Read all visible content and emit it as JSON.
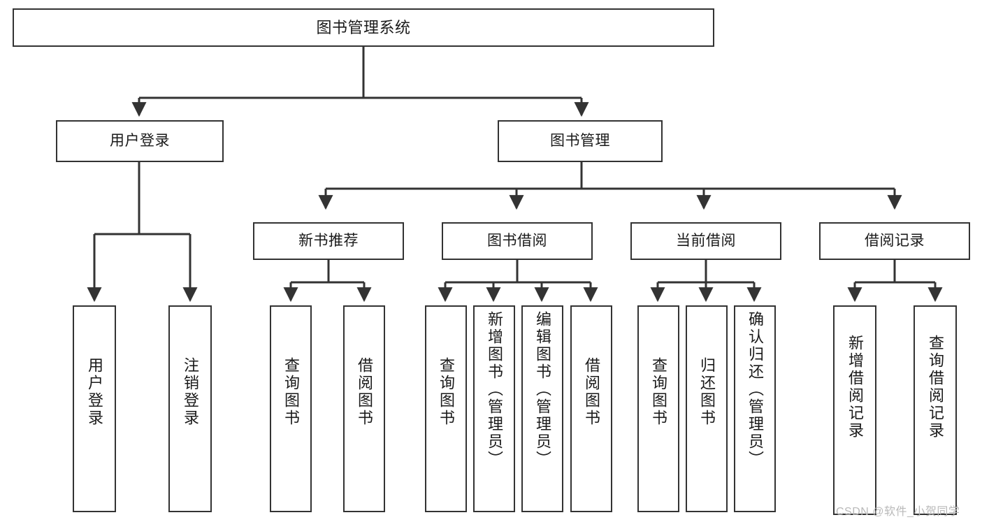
{
  "diagram": {
    "title": "图书管理系统",
    "watermark": "CSDN @软件_小贺同学",
    "colors": {
      "box_border": "#333333",
      "box_fill": "#ffffff",
      "connector": "#333333",
      "text": "#1a1a1a",
      "watermark": "#b9b9b9",
      "background": "#ffffff"
    },
    "levels": {
      "root": "图书管理系统",
      "level2": [
        "用户登录",
        "图书管理"
      ],
      "level3": [
        "新书推荐",
        "图书借阅",
        "当前借阅",
        "借阅记录"
      ]
    },
    "nodes": {
      "root": {
        "label": "图书管理系统"
      },
      "user_login": {
        "label": "用户登录"
      },
      "book_manage": {
        "label": "图书管理"
      },
      "new_book_rec": {
        "label": "新书推荐"
      },
      "book_borrow": {
        "label": "图书借阅"
      },
      "current_borrow": {
        "label": "当前借阅"
      },
      "borrow_record": {
        "label": "借阅记录"
      },
      "leaf_user_login": {
        "label": "用户登录"
      },
      "leaf_logout": {
        "label": "注销登录"
      },
      "leaf_query_book_a": {
        "label": "查询图书"
      },
      "leaf_borrow_book_a": {
        "label": "借阅图书"
      },
      "leaf_query_book_b": {
        "label": "查询图书"
      },
      "leaf_add_book": {
        "label": "新增图书（管理员）"
      },
      "leaf_edit_book": {
        "label": "编辑图书（管理员）"
      },
      "leaf_borrow_book_b": {
        "label": "借阅图书"
      },
      "leaf_query_book_c": {
        "label": "查询图书"
      },
      "leaf_return_book": {
        "label": "归还图书"
      },
      "leaf_confirm_return": {
        "label": "确认归还（管理员）"
      },
      "leaf_add_record": {
        "label": "新增借阅记录"
      },
      "leaf_query_record": {
        "label": "查询借阅记录"
      }
    }
  }
}
